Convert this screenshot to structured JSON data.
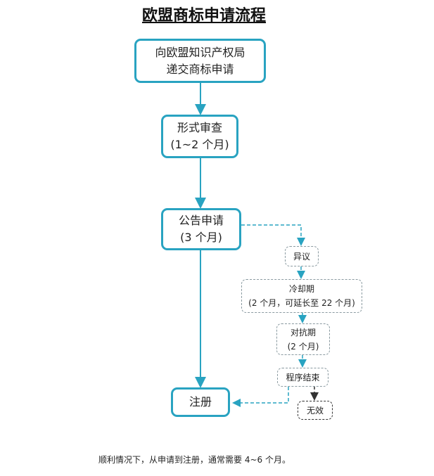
{
  "title": "欧盟商标申请流程",
  "steps": {
    "submit": [
      "向欧盟知识产权局",
      "递交商标申请"
    ],
    "formal": [
      "形式审查",
      "(1~2 个月)"
    ],
    "publish": [
      "公告申请",
      "(3 个月)"
    ],
    "register": "注册",
    "opposition": "异议",
    "cooling": [
      "冷却期",
      "(2 个月，可延长至 22 个月)"
    ],
    "adversarial": [
      "对抗期",
      "(2 个月)"
    ],
    "end": "程序结束",
    "invalid": "无效"
  },
  "footer": "顺利情况下，从申请到注册，通常需要 4~6 个月。",
  "colors": {
    "accent": "#29a3c1",
    "dashed_border": "#8a9aa0"
  }
}
